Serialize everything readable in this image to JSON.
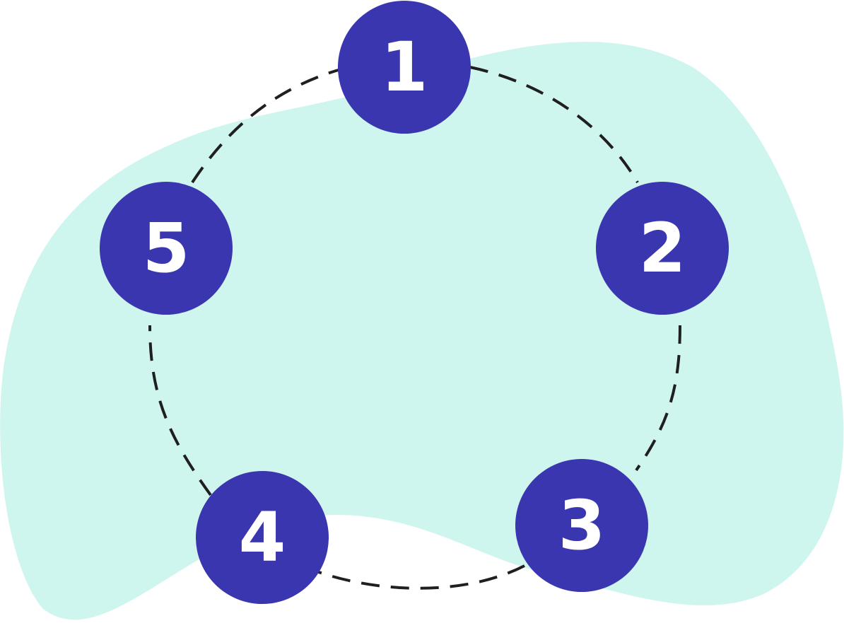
{
  "colors": {
    "background_blob": "#cff5ef",
    "node_fill": "#3a36b0",
    "node_text": "#ffffff",
    "connector": "#1f1f1f",
    "page": "#ffffff"
  },
  "steps": [
    {
      "label": "1"
    },
    {
      "label": "2"
    },
    {
      "label": "3"
    },
    {
      "label": "4"
    },
    {
      "label": "5"
    }
  ]
}
